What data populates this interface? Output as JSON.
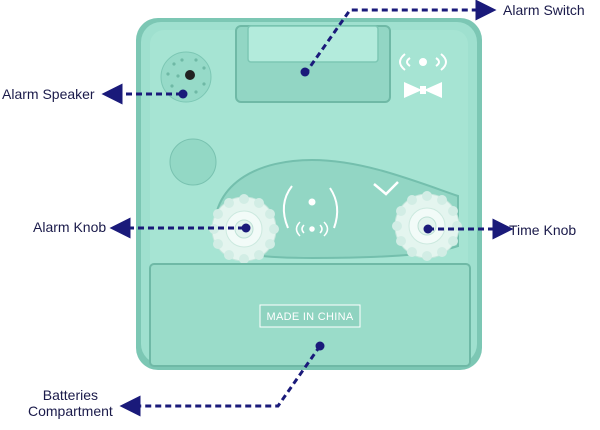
{
  "labels": {
    "alarm_switch": "Alarm Switch",
    "alarm_speaker": "Alarm Speaker",
    "alarm_knob": "Alarm Knob",
    "time_knob": "Time Knob",
    "batteries_line1": "Batteries",
    "batteries_line2": "Compartment"
  },
  "imprint": "MADE IN CHINA",
  "colors": {
    "body": "#9fe0cf",
    "body_dark": "#7cc7b4",
    "arrow": "#1a1a7a",
    "knob": "#e4f5ef"
  }
}
